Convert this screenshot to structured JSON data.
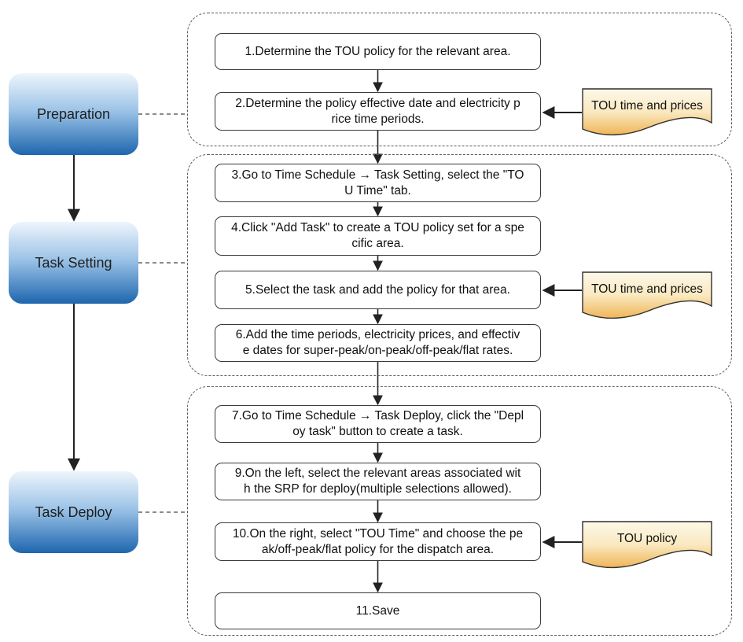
{
  "phases": [
    {
      "label": "Preparation"
    },
    {
      "label": "Task Setting"
    },
    {
      "label": "Task Deploy"
    }
  ],
  "steps": [
    {
      "text": "1.Determine the TOU policy for the relevant area."
    },
    {
      "text": "2.Determine the policy effective date and electricity p\nrice time periods."
    },
    {
      "text": "3.Go to Time Schedule → Task Setting, select the \"TO\nU Time\" tab."
    },
    {
      "text": "4.Click \"Add Task\" to create a TOU policy set for a spe\ncific area."
    },
    {
      "text": "5.Select the task and add the policy for that area."
    },
    {
      "text": "6.Add the time periods, electricity prices, and effectiv\ne dates for super-peak/on-peak/off-peak/flat rates."
    },
    {
      "text": "7.Go to Time Schedule → Task Deploy, click the \"Depl\noy task\" button to create a task."
    },
    {
      "text": "9.On the left, select the relevant areas associated wit\nh the SRP for deploy(multiple selections allowed)."
    },
    {
      "text": "10.On the right, select \"TOU Time\" and choose the pe\nak/off-peak/flat policy for the dispatch area."
    },
    {
      "text": "11.Save"
    }
  ],
  "documents": [
    {
      "label": "TOU time and prices"
    },
    {
      "label": "TOU time and prices"
    },
    {
      "label": "TOU policy"
    }
  ],
  "colors": {
    "phase_gradient_top": "#eef5fc",
    "phase_gradient_mid": "#9cc3e7",
    "phase_gradient_bottom": "#1e66ae",
    "doc_gradient_top": "#fdf8e9",
    "doc_gradient_mid": "#fae9c0",
    "doc_gradient_bottom": "#efb558",
    "box_border": "#3a3a3a",
    "container_border": "#5a5a5a",
    "arrow_color": "#222222",
    "connector_color": "#666666"
  }
}
